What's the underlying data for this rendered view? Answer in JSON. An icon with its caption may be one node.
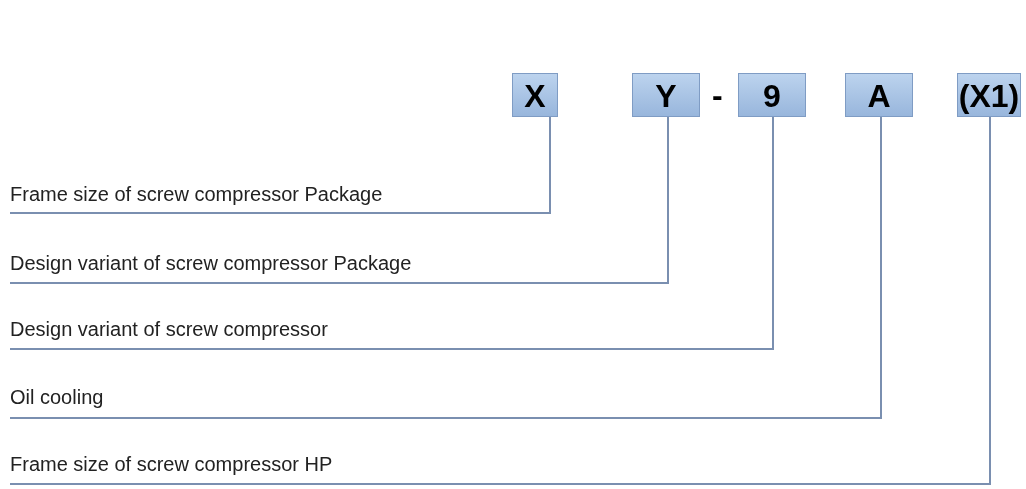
{
  "diagram": {
    "nodes": [
      {
        "text": [
          "X"
        ]
      },
      {
        "text": [
          "Y"
        ]
      },
      {
        "text": [
          "9"
        ]
      },
      {
        "text": [
          "A"
        ]
      },
      {
        "text": [
          "(X1)"
        ]
      },
      {
        "text": [
          "Frame size of screw compressor Package"
        ]
      },
      {
        "text": [
          "Design variant of screw compressor Package"
        ]
      },
      {
        "text": [
          "Design variant of screw compressor"
        ]
      },
      {
        "text": [
          "Oil cooling"
        ]
      },
      {
        "text": [
          "Frame size of screw compressor HP"
        ]
      }
    ],
    "edges": [
      {
        "from": 5,
        "to": 0,
        "arrow": "none"
      },
      {
        "from": 6,
        "to": 1,
        "arrow": "none"
      },
      {
        "from": 7,
        "to": 2,
        "arrow": "none"
      },
      {
        "from": 8,
        "to": 3,
        "arrow": "none"
      },
      {
        "from": 9,
        "to": 4,
        "arrow": "none"
      }
    ],
    "labels": [
      "-"
    ]
  }
}
